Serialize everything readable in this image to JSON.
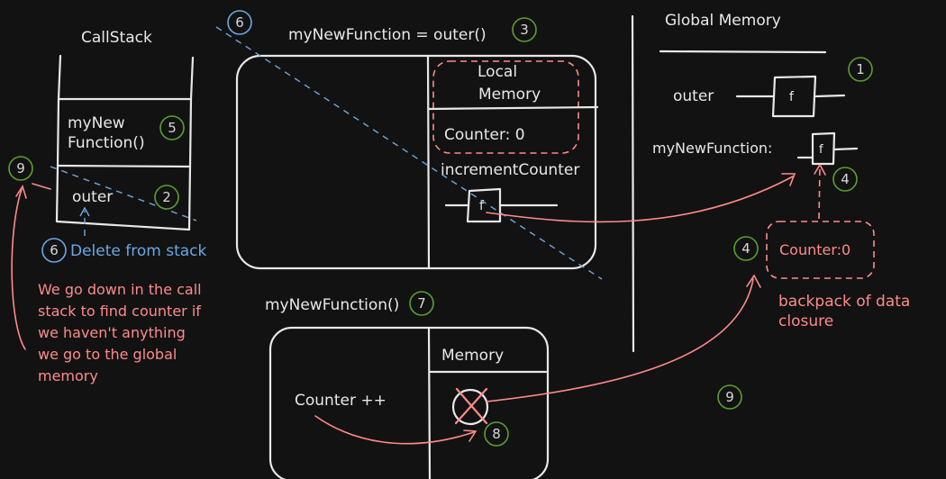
{
  "callstack": {
    "title": "CallStack",
    "frame_top_line1": "myNew",
    "frame_top_line2": "Function()",
    "frame_bottom": "outer"
  },
  "exec_context_1": {
    "heading": "myNewFunction = outer()",
    "local_memory_line1": "Local",
    "local_memory_line2": "Memory",
    "counter": "Counter: 0",
    "increment_label": "incrementCounter",
    "fn_symbol": "f"
  },
  "exec_context_2": {
    "heading": "myNewFunction()",
    "memory_label": "Memory",
    "counter_op": "Counter ++"
  },
  "global_memory": {
    "title": "Global Memory",
    "outer_label": "outer",
    "mynewfunction_label": "myNewFunction:",
    "fn_symbol": "f"
  },
  "closure": {
    "counter": "Counter:0",
    "caption_line1": "backpack of data",
    "caption_line2": "closure"
  },
  "delete_note": "Delete from stack",
  "lookup_note": [
    "We go down in the call",
    "stack to find counter if",
    "we haven't anything",
    "we go to the global",
    "memory"
  ],
  "steps": {
    "s1": "1",
    "s2": "2",
    "s3": "3",
    "s4a": "4",
    "s4b": "4",
    "s5": "5",
    "s6a": "6",
    "s6b": "6",
    "s7": "7",
    "s8": "8",
    "s9a": "9",
    "s9b": "9"
  },
  "colors": {
    "background": "#121212",
    "ink": "#e8e8e8",
    "annotation_red": "#ff8a8a",
    "annotation_blue": "#6aa8e6",
    "step_green": "#5aa02c"
  }
}
